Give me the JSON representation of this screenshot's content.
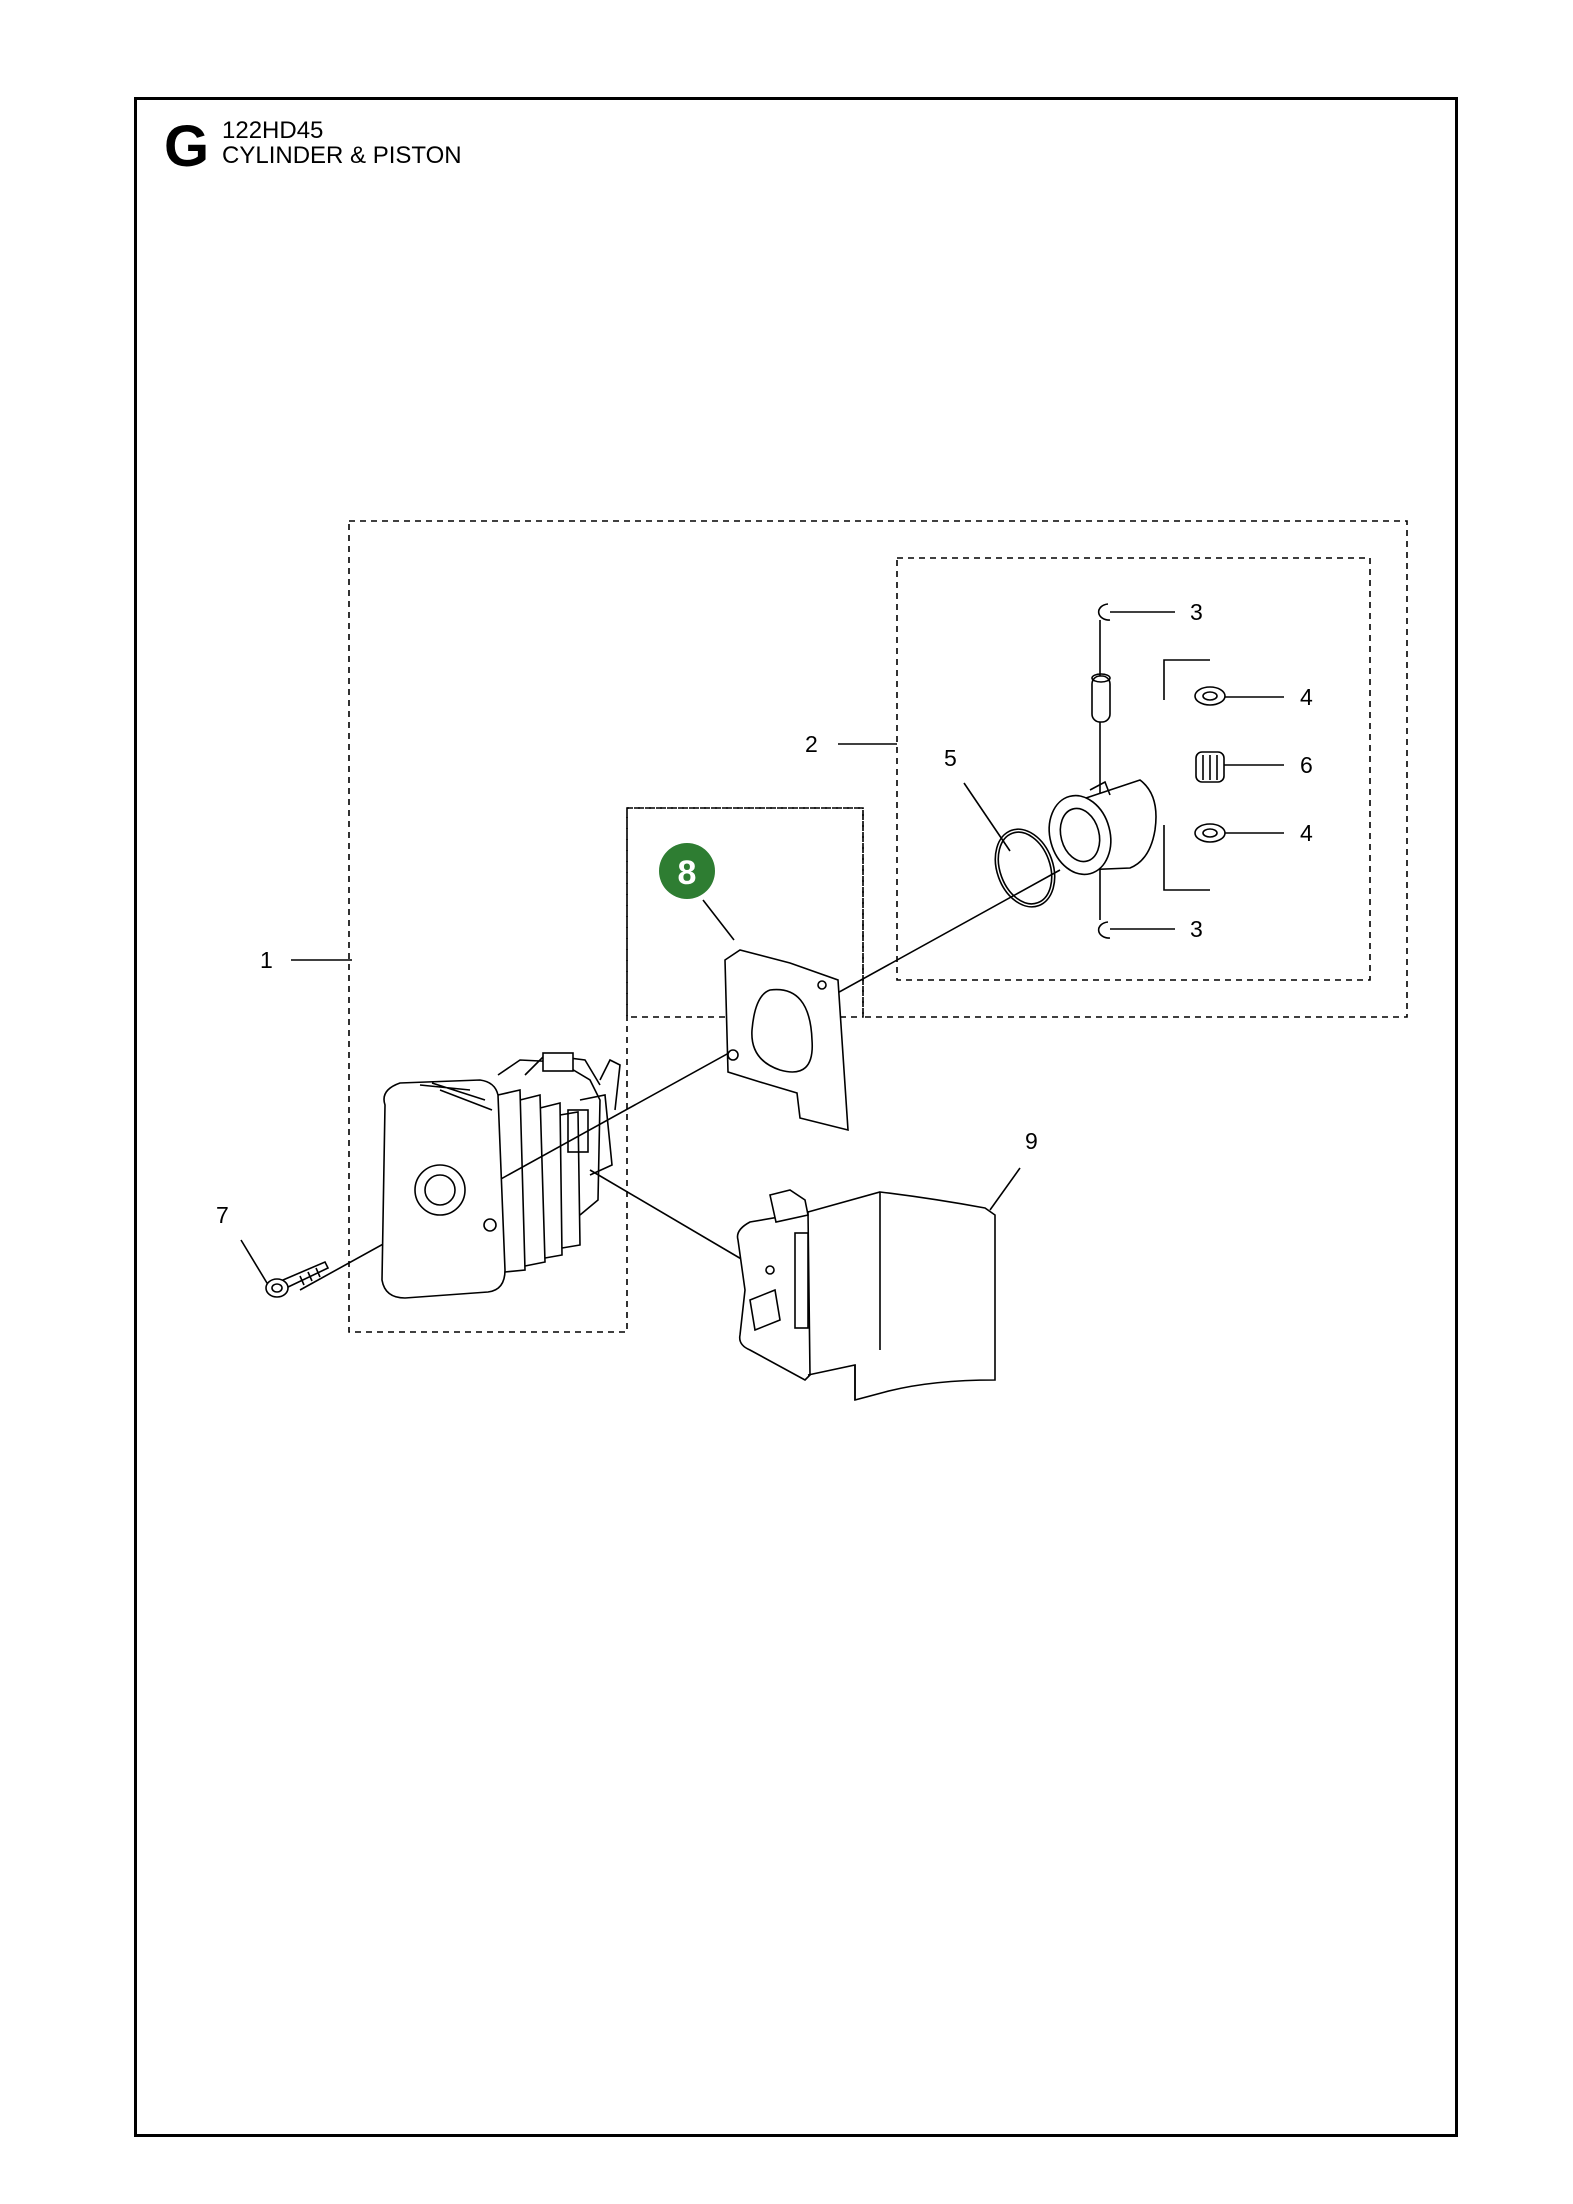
{
  "header": {
    "section_letter": "G",
    "model": "122HD45",
    "title": "CYLINDER & PISTON"
  },
  "callouts": [
    {
      "id": "1",
      "label": "1"
    },
    {
      "id": "2",
      "label": "2"
    },
    {
      "id": "3a",
      "label": "3"
    },
    {
      "id": "3b",
      "label": "3"
    },
    {
      "id": "4a",
      "label": "4"
    },
    {
      "id": "4b",
      "label": "4"
    },
    {
      "id": "5",
      "label": "5"
    },
    {
      "id": "6",
      "label": "6"
    },
    {
      "id": "7",
      "label": "7"
    },
    {
      "id": "9",
      "label": "9"
    }
  ],
  "highlight": {
    "label": "8",
    "color": "#2e7d32"
  }
}
